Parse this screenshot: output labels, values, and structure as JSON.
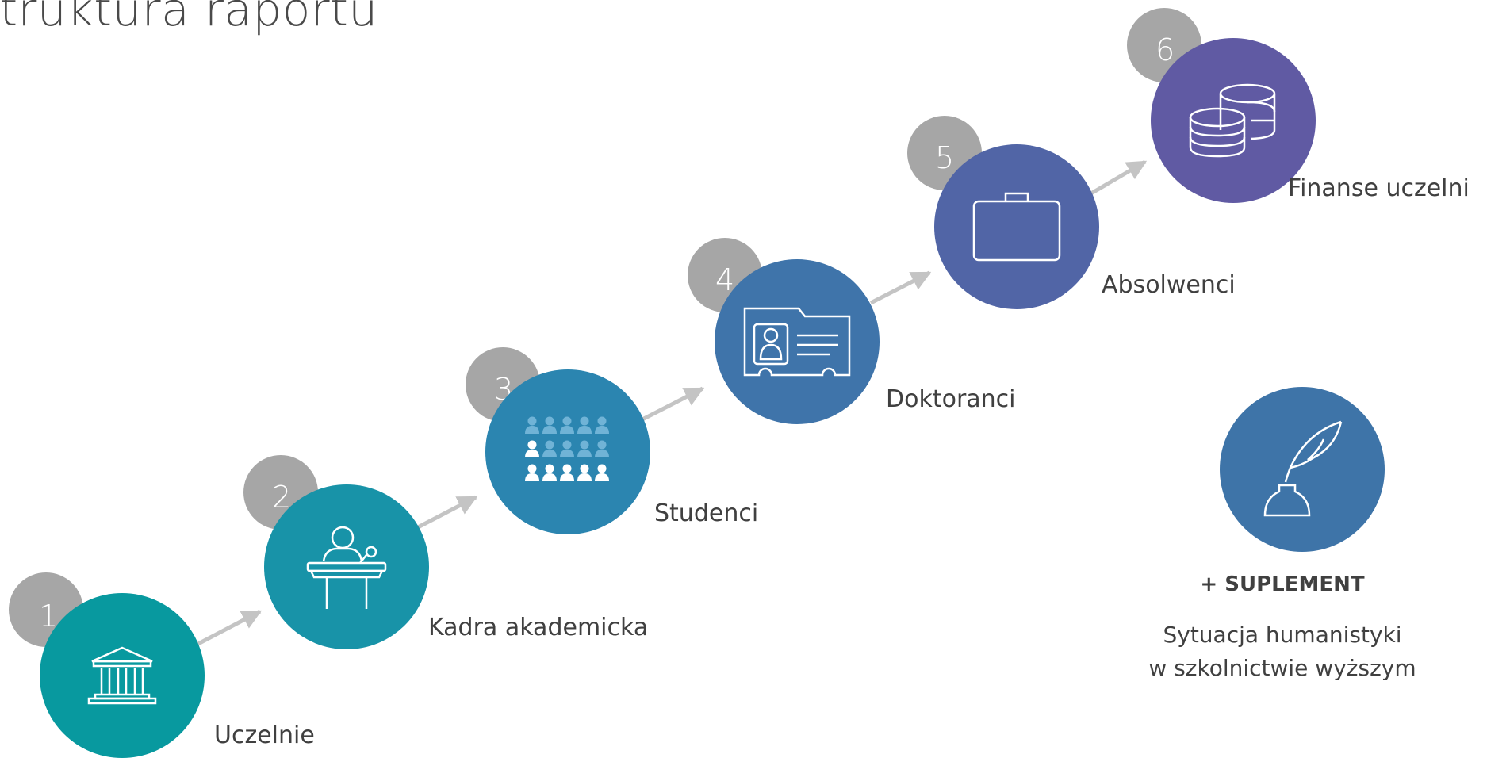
{
  "title": "Struktura raportu",
  "colors": {
    "step_number_bg": "#a6a6a6",
    "arrow": "#c4c4c4",
    "step1": "#08999f",
    "step2": "#1893a8",
    "step3": "#2b85b0",
    "step4": "#3f74aa",
    "step5": "#5165a6",
    "step6": "#605aa3",
    "supplement": "#3e74a8"
  },
  "steps": [
    {
      "number": "1",
      "label": "Uczelnie",
      "icon": "building-icon"
    },
    {
      "number": "2",
      "label": "Kadra akademicka",
      "icon": "lectern-icon"
    },
    {
      "number": "3",
      "label": "Studenci",
      "icon": "audience-icon"
    },
    {
      "number": "4",
      "label": "Doktoranci",
      "icon": "id-card-icon"
    },
    {
      "number": "5",
      "label": "Absolwenci",
      "icon": "briefcase-icon"
    },
    {
      "number": "6",
      "label": "Finanse uczelni",
      "icon": "coins-icon"
    }
  ],
  "supplement": {
    "icon": "quill-inkwell-icon",
    "heading": "+ SUPLEMENT",
    "line1": "Sytuacja humanistyki",
    "line2": "w szkolnictwie wyższym"
  }
}
